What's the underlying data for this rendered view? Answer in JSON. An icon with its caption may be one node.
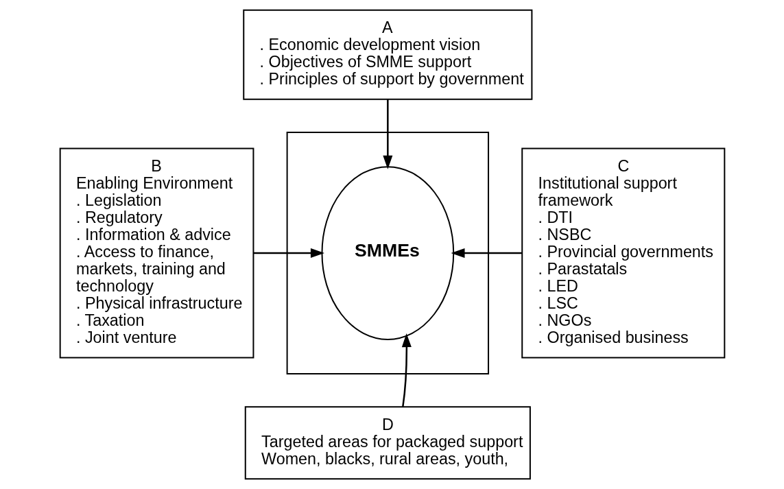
{
  "diagram": {
    "nodes": [
      {
        "text": [
          "A",
          ". Economic development vision",
          ". Objectives of SMME support",
          ". Principles of support by government"
        ]
      },
      {
        "text": [
          "B",
          "Enabling Environment",
          ". Legislation",
          ". Regulatory",
          ". Information & advice",
          ". Access to finance, markets, training and technology",
          ". Physical infrastructure",
          ". Taxation",
          ". Joint venture"
        ]
      },
      {
        "text": [],
        "shape": "box"
      },
      {
        "text": [
          "SMMEs"
        ],
        "in": 2
      },
      {
        "text": [
          "C",
          "Institutional support framework",
          ". DTI",
          ". NSBC",
          ". Provincial governments",
          ". Parastatals",
          ". LED",
          ". LSC",
          ". NGOs",
          ". Organised business"
        ]
      },
      {
        "text": [
          "D",
          "Targeted areas for packaged support",
          "Women, blacks, rural areas, youth,"
        ]
      }
    ],
    "edges": [
      {
        "from": 0,
        "to": 3,
        "arrow": "to"
      },
      {
        "from": 1,
        "to": 3,
        "arrow": "to"
      },
      {
        "from": 4,
        "to": 3,
        "arrow": "to"
      },
      {
        "from": 5,
        "to": 3,
        "arrow": "to"
      }
    ]
  }
}
